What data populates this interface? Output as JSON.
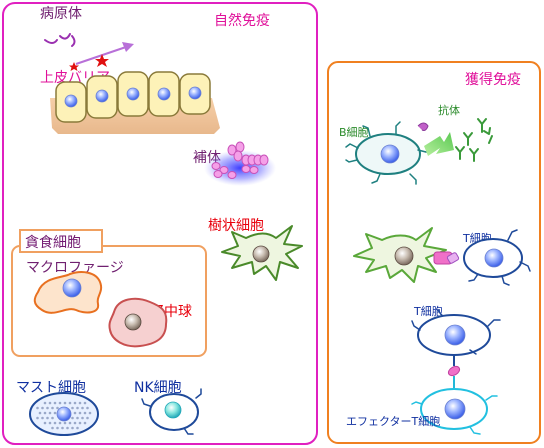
{
  "colors": {
    "innate_border": "#e020c0",
    "adaptive_border": "#f08020",
    "title_pink": "#e0109a",
    "label_red": "#e8000c",
    "label_purple": "#702070",
    "label_blue": "#1030a0",
    "label_green": "#2a8a2a"
  },
  "innate": {
    "title": "自然免疫",
    "pathogen_label": "病原体",
    "barrier_label": "上皮バリア",
    "complement_label": "補体",
    "dendritic_label": "樹状細胞",
    "phagocyte_group_label": "貪食細胞",
    "macrophage_label": "マクロファージ",
    "neutrophil_label": "好中球",
    "mast_label": "マスト細胞",
    "nk_label": "NK細胞"
  },
  "adaptive": {
    "title": "獲得免疫",
    "b_cell_label": "B細胞",
    "antibody_label": "抗体",
    "t_cell_label_1": "T細胞",
    "t_cell_label_2": "T細胞",
    "effector_label": "エフェクターT細胞"
  }
}
